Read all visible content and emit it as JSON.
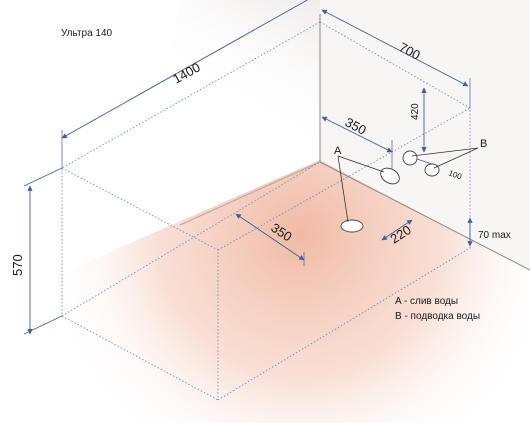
{
  "model": "Ультра 140",
  "dimensions": {
    "length": "1400",
    "width": "700",
    "height": "570",
    "drain_to_wall": "350",
    "drain_offset": "350",
    "drain_depth": "220",
    "supply_height": "420",
    "supply_spacing": "100",
    "max_height": "70 max"
  },
  "markers": {
    "a": "A",
    "b": "B"
  },
  "legend": {
    "a": "A - слив воды",
    "b": "B - подводка воды"
  },
  "colors": {
    "floor_glow": "#f0b9a4",
    "wall_shadow": "#e6e1df",
    "dim_line": "#3f5fa0",
    "dotted": "#6f8cc8"
  }
}
